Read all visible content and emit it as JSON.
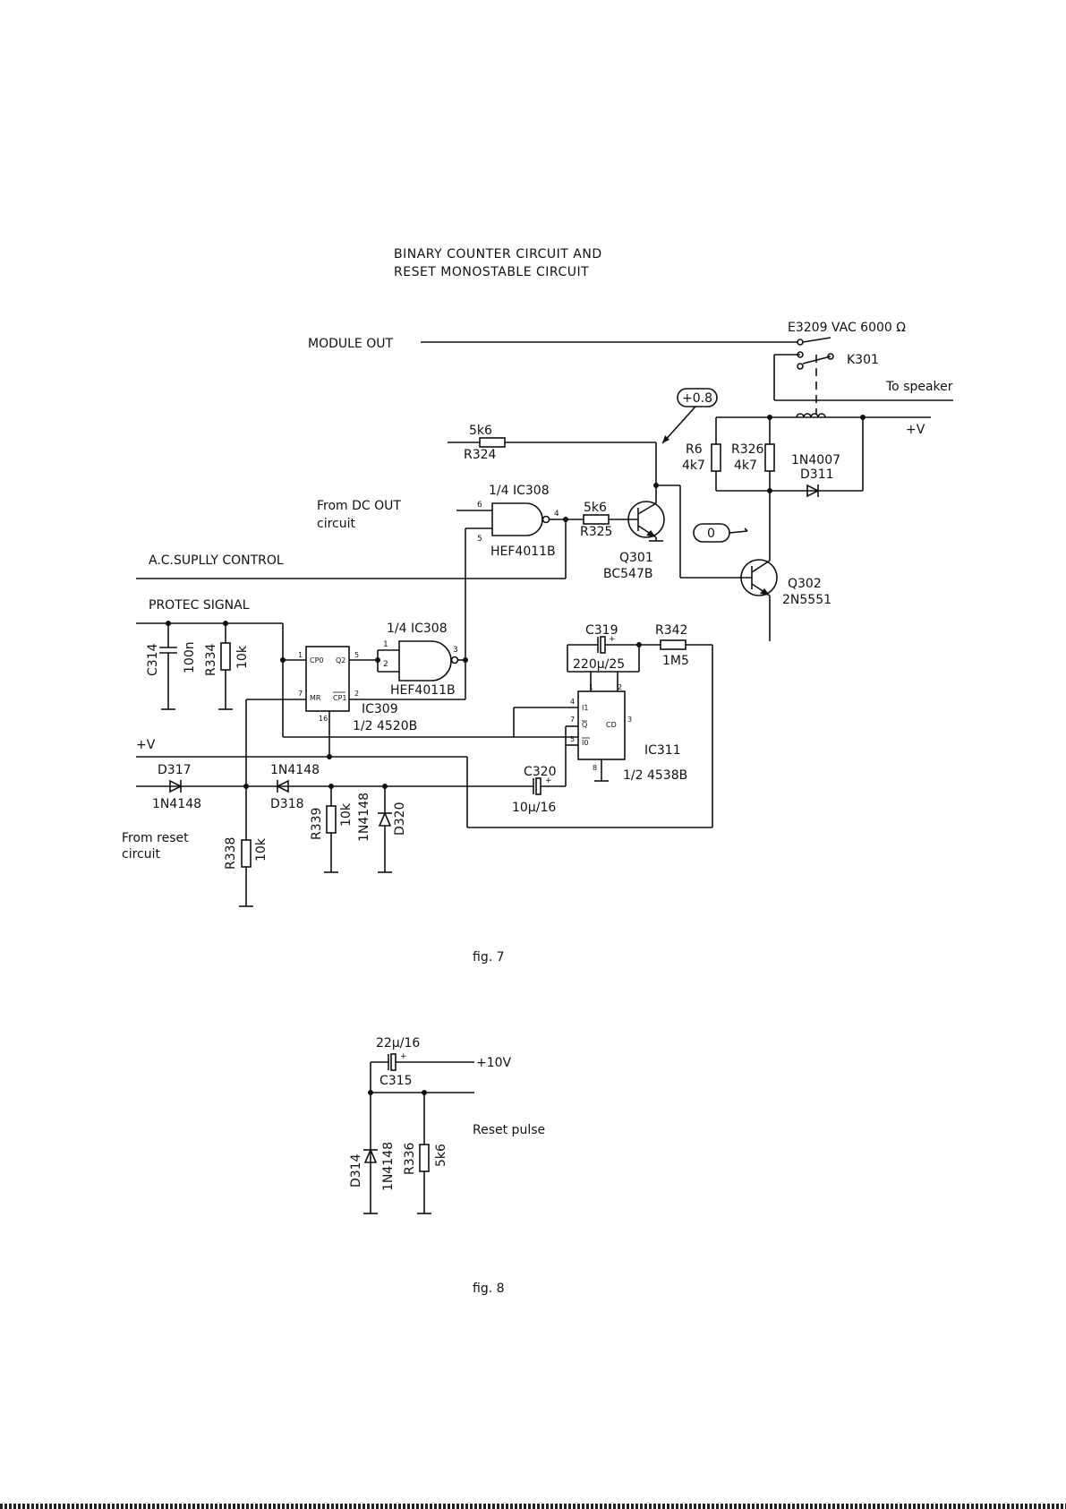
{
  "title": {
    "line1": "BINARY COUNTER CIRCUIT AND",
    "line2": "RESET MONOSTABLE CIRCUIT"
  },
  "fig7": {
    "caption": "fig. 7",
    "module_out": "MODULE OUT",
    "relay_header": "E3209 VAC 6000 Ω",
    "k301": "K301",
    "to_speaker": "To speaker",
    "plus_v_top": "+V",
    "tp_voltage": "+0.8",
    "tp_zero": "0",
    "r324": {
      "value": "5k6",
      "ref": "R324"
    },
    "r6": {
      "ref": "R6",
      "value": "4k7"
    },
    "r326": {
      "ref": "R326",
      "value": "4k7"
    },
    "d311": {
      "part": "1N4007",
      "ref": "D311"
    },
    "from_dc_out": {
      "line1": "From DC OUT",
      "line2": "circuit"
    },
    "gate1": {
      "ref": "1/4 IC308",
      "part": "HEF4011B",
      "pin_in1": "6",
      "pin_in2": "5",
      "pin_out": "4"
    },
    "r325": {
      "value": "5k6",
      "ref": "R325"
    },
    "q301": {
      "ref": "Q301",
      "part": "BC547B"
    },
    "q302": {
      "ref": "Q302",
      "part": "2N5551"
    },
    "ac_supply": "A.C.SUPLLY CONTROL",
    "protec_signal": "PROTEC SIGNAL",
    "c314": {
      "ref": "C314",
      "value": "100n"
    },
    "r334": {
      "ref": "R334",
      "value": "10k"
    },
    "ic309": {
      "ref": "IC309",
      "part": "1/2  4520B",
      "pin_cp0": "CP0",
      "pin_q2": "Q2",
      "pin_mr": "MR",
      "pin_cp1": "CP1",
      "n1": "1",
      "n5": "5",
      "n7": "7",
      "n2": "2",
      "n16": "16"
    },
    "gate2": {
      "ref": "1/4 IC308",
      "part": "HEF4011B",
      "pin1": "1",
      "pin2": "2",
      "pin3": "3"
    },
    "c319": {
      "ref": "C319",
      "value": "220μ/25"
    },
    "r342": {
      "ref": "R342",
      "value": "1M5"
    },
    "ic311": {
      "ref": "IC311",
      "part": "1/2  4538B",
      "pin_i1": "I1",
      "pin_q": "Q",
      "pin_i0": "I0",
      "pin_cd": "CD",
      "n1": "1",
      "n2": "2",
      "n4": "4",
      "n7": "7",
      "n5": "5",
      "n3": "3",
      "n8": "8"
    },
    "plus_v": "+V",
    "d317": {
      "ref": "D317",
      "part": "1N4148"
    },
    "d318": {
      "part": "1N4148",
      "ref": "D318"
    },
    "c320": {
      "ref": "C320",
      "value": "10μ/16"
    },
    "r339": {
      "ref": "R339",
      "value": "10k"
    },
    "d320": {
      "part": "1N4148",
      "ref": "D320"
    },
    "from_reset": {
      "line1": "From reset",
      "line2": "circuit"
    },
    "r338": {
      "ref": "R338",
      "value": "10k"
    }
  },
  "fig8": {
    "caption": "fig. 8",
    "c315": {
      "value": "22μ/16",
      "ref": "C315"
    },
    "plus10v": "+10V",
    "reset_pulse": "Reset pulse",
    "d314": {
      "ref": "D314",
      "part": "1N4148"
    },
    "r336": {
      "ref": "R336",
      "value": "5k6"
    }
  }
}
